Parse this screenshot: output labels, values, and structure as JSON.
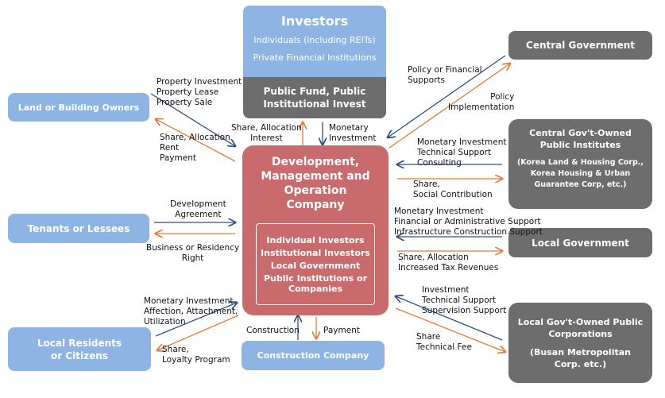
{
  "investors": {
    "title": "Investors",
    "line1": "Individuals (including REITs)",
    "line2": "Private Financial Institutions",
    "public_fund": "Public Fund, Public Institutional Invest"
  },
  "center": {
    "title": "Development, Management and Operation Company",
    "members": [
      "Individual Investors",
      "Institutional Investors",
      "Local Government",
      "Public Institutions or Companies"
    ]
  },
  "boxes": {
    "land_owners": "Land or Building Owners",
    "tenants": "Tenants or Lessees",
    "residents": "Local Residents or Citizens",
    "construction": "Construction Company",
    "central_gov": "Central Government",
    "central_inst_title": "Central Gov't-Owned Public Institutes",
    "central_inst_sub": "(Korea Land & Housing Corp., Korea Housing & Urban Guarantee Corp, etc.)",
    "local_gov": "Local Government",
    "local_corp_title": "Local Gov't-Owned Public Corporations",
    "local_corp_sub": "(Busan Metropolitan Corp. etc.)"
  },
  "labels": {
    "land_in": "Property Investment\nProperty Lease\nProperty Sale",
    "land_out": "Share, Allocation\nRent\nPayment",
    "tenant_in": "Development\nAgreement",
    "tenant_out": "Business or Residency\nRight",
    "resident_in": "Monetary Investment\nAffection, Attachment,\nUtilization",
    "resident_out": "Share,\nLoyalty Program",
    "inv_out": "Share, Allocation\nInterest",
    "inv_in": "Monetary\nInvestment",
    "construction_in": "Construction",
    "construction_out": "Payment",
    "central_in": "Policy or Financial\nSupports",
    "central_out": "Policy\nImplementation",
    "inst_in": "Monetary Investment\nTechnical Support\nConsulting",
    "inst_out": "Share,\nSocial Contribution",
    "localgov_in": "Monetary Investment\nFinancial or Administrative Support\nInfrastructure Construction Support",
    "localgov_out": "Share, Allocation\nIncreased Tax Revenues",
    "corp_in": "Investment\nTechnical Support\nSupervision Support",
    "corp_out": "Share\nTechnical Fee"
  },
  "colors": {
    "box_blue": "#8db4e2",
    "box_gray": "#6d6d6d",
    "center": "#c96a6c",
    "arrow_blue": "#2f4f7f",
    "arrow_orange": "#e8793a"
  }
}
